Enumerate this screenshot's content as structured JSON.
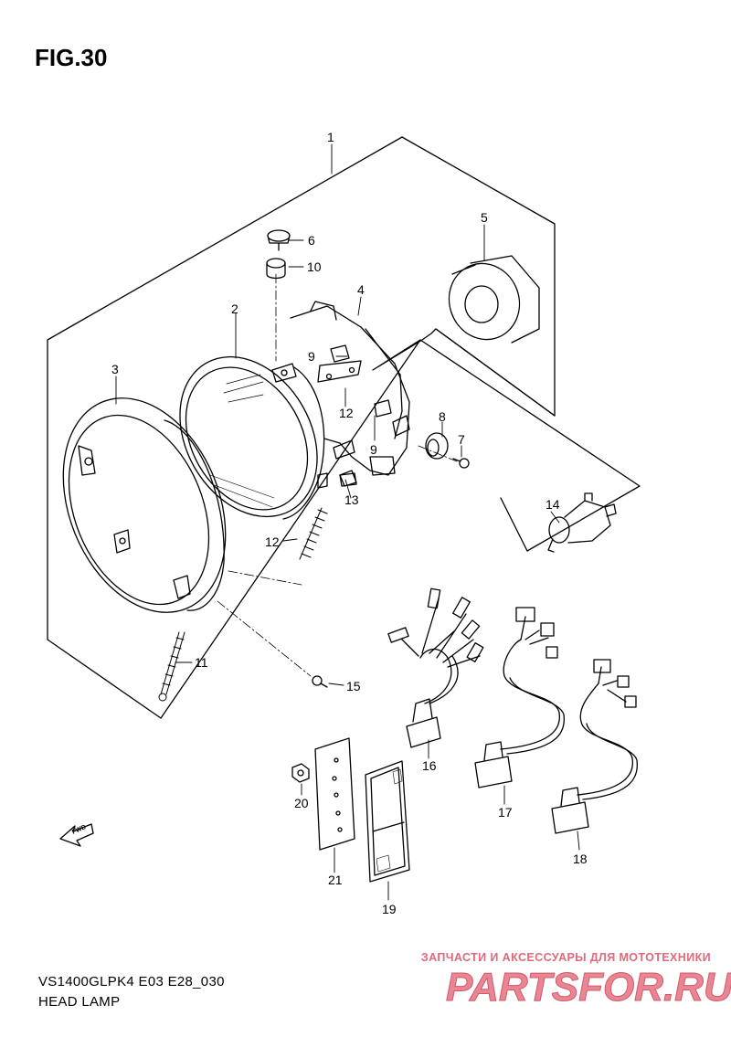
{
  "figure": {
    "title": "FIG.30",
    "model_code": "VS1400GLPK4 E03 E28_030",
    "section_name": "HEAD LAMP"
  },
  "watermark": {
    "tagline": "ЗАПЧАСТИ И АКСЕССУАРЫ ДЛЯ МОТОТЕХНИКИ",
    "logo": "PARTSFOR.RU"
  },
  "direction_marker": "FWD",
  "callouts": {
    "c1": "1",
    "c2": "2",
    "c3": "3",
    "c4": "4",
    "c5": "5",
    "c6": "6",
    "c7": "7",
    "c8": "8",
    "c9a": "9",
    "c9b": "9",
    "c10": "10",
    "c11": "11",
    "c12a": "12",
    "c12b": "12",
    "c13": "13",
    "c14": "14",
    "c15": "15",
    "c16": "16",
    "c17": "17",
    "c18": "18",
    "c19": "19",
    "c20": "20",
    "c21": "21"
  }
}
